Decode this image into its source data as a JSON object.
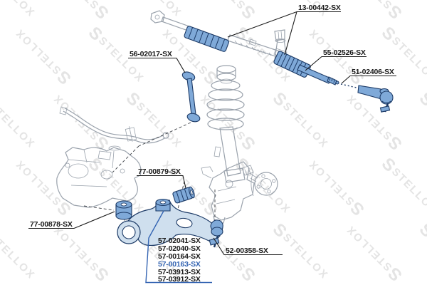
{
  "watermark": {
    "text": "STELLOX",
    "logo_glyph": "S"
  },
  "labels": {
    "rack_boots": "13-00442-SX",
    "stab_link": "56-02017-SX",
    "inner_tie_rod": "55-02526-SX",
    "tie_rod_end": "51-02406-SX",
    "arm_rear_bushing": "77-00879-SX",
    "arm_front_bushing": "77-00878-SX",
    "ball_joint": "52-00358-SX"
  },
  "part_list": {
    "items": [
      {
        "text": "57-02041-SX",
        "highlighted": false
      },
      {
        "text": "57-02040-SX",
        "highlighted": false
      },
      {
        "text": "57-00164-SX",
        "highlighted": false
      },
      {
        "text": "57-00163-SX",
        "highlighted": true
      },
      {
        "text": "57-03913-SX",
        "highlighted": false
      },
      {
        "text": "57-03912-SX",
        "highlighted": false
      }
    ]
  },
  "colors": {
    "part_blue": "#7fa9d8",
    "part_blue_light": "#cfdfee",
    "part_outline": "#1c3a66",
    "sketch_gray": "#9aa2ac",
    "label_text": "#1a1a1a",
    "highlight_link": "#3565b3",
    "watermark": "#e4e4e4"
  }
}
